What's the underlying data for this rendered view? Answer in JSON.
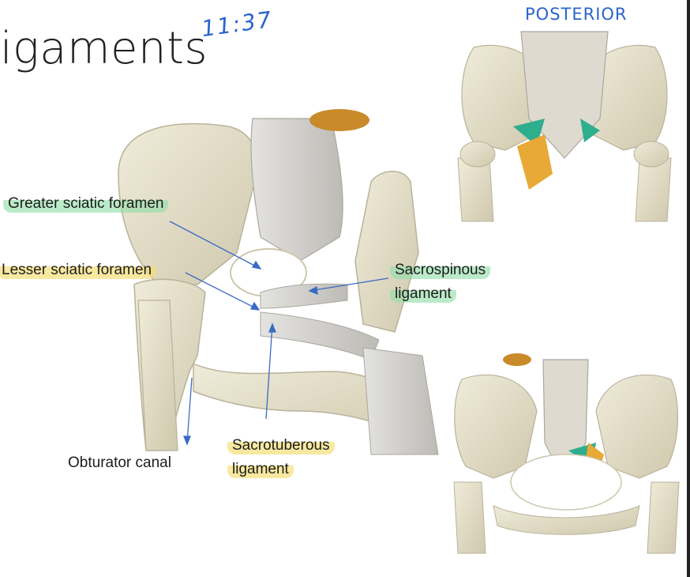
{
  "slide": {
    "title": "igaments",
    "handwritten_time": "11:37",
    "handwritten_posterior": "POSTERIOR"
  },
  "labels": {
    "greater_sciatic": "Greater sciatic foramen",
    "lesser_sciatic": "Lesser sciatic foramen",
    "sacrospinous_line1": "Sacrospinous",
    "sacrospinous_line2": "ligament",
    "sacrotuberous_line1": "Sacrotuberous",
    "sacrotuberous_line2": "ligament",
    "obturator": "Obturator canal"
  },
  "colors": {
    "bone": "#e9e5d2",
    "bone_shadow": "#c9c3aa",
    "ligament": "#d8d6d2",
    "arrow": "#3a6bc2",
    "highlight_green": "#96deaa",
    "highlight_yellow": "#f5de78",
    "teal_ligament": "#2fae8e",
    "orange_ligament": "#e8a937"
  }
}
